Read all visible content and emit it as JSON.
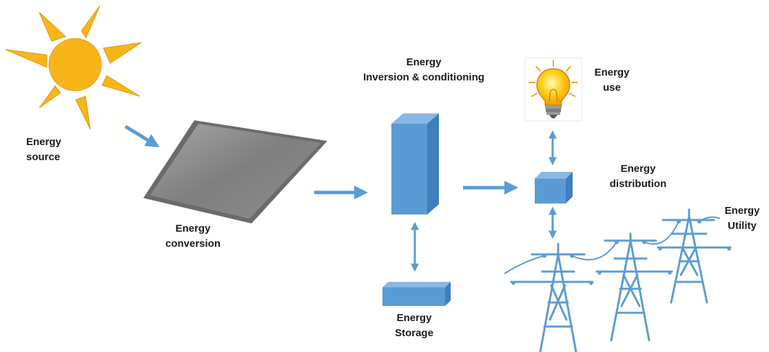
{
  "labels": {
    "source": {
      "line1": "Energy",
      "line2": "source"
    },
    "conversion": {
      "line1": "Energy",
      "line2": "conversion"
    },
    "inversion": {
      "line1": "Energy",
      "line2": "Inversion & conditioning"
    },
    "use": {
      "line1": "Energy",
      "line2": "use"
    },
    "distribution": {
      "line1": "Energy",
      "line2": "distribution"
    },
    "utility": {
      "line1": "Energy",
      "line2": "Utility"
    },
    "storage": {
      "line1": "Energy",
      "line2": "Storage"
    }
  },
  "colors": {
    "sun": "#f7b51a",
    "block_front": "#5b9bd5",
    "block_top": "#8ab8e4",
    "block_side": "#3d7fbf",
    "arrow": "#5b9bd5",
    "tower": "#5b9bd5",
    "panel": "#8a8a8a",
    "text": "#1a1a1a"
  },
  "icons": [
    "sun-icon",
    "solar-panel-icon",
    "light-bulb-icon",
    "power-tower-icon"
  ]
}
